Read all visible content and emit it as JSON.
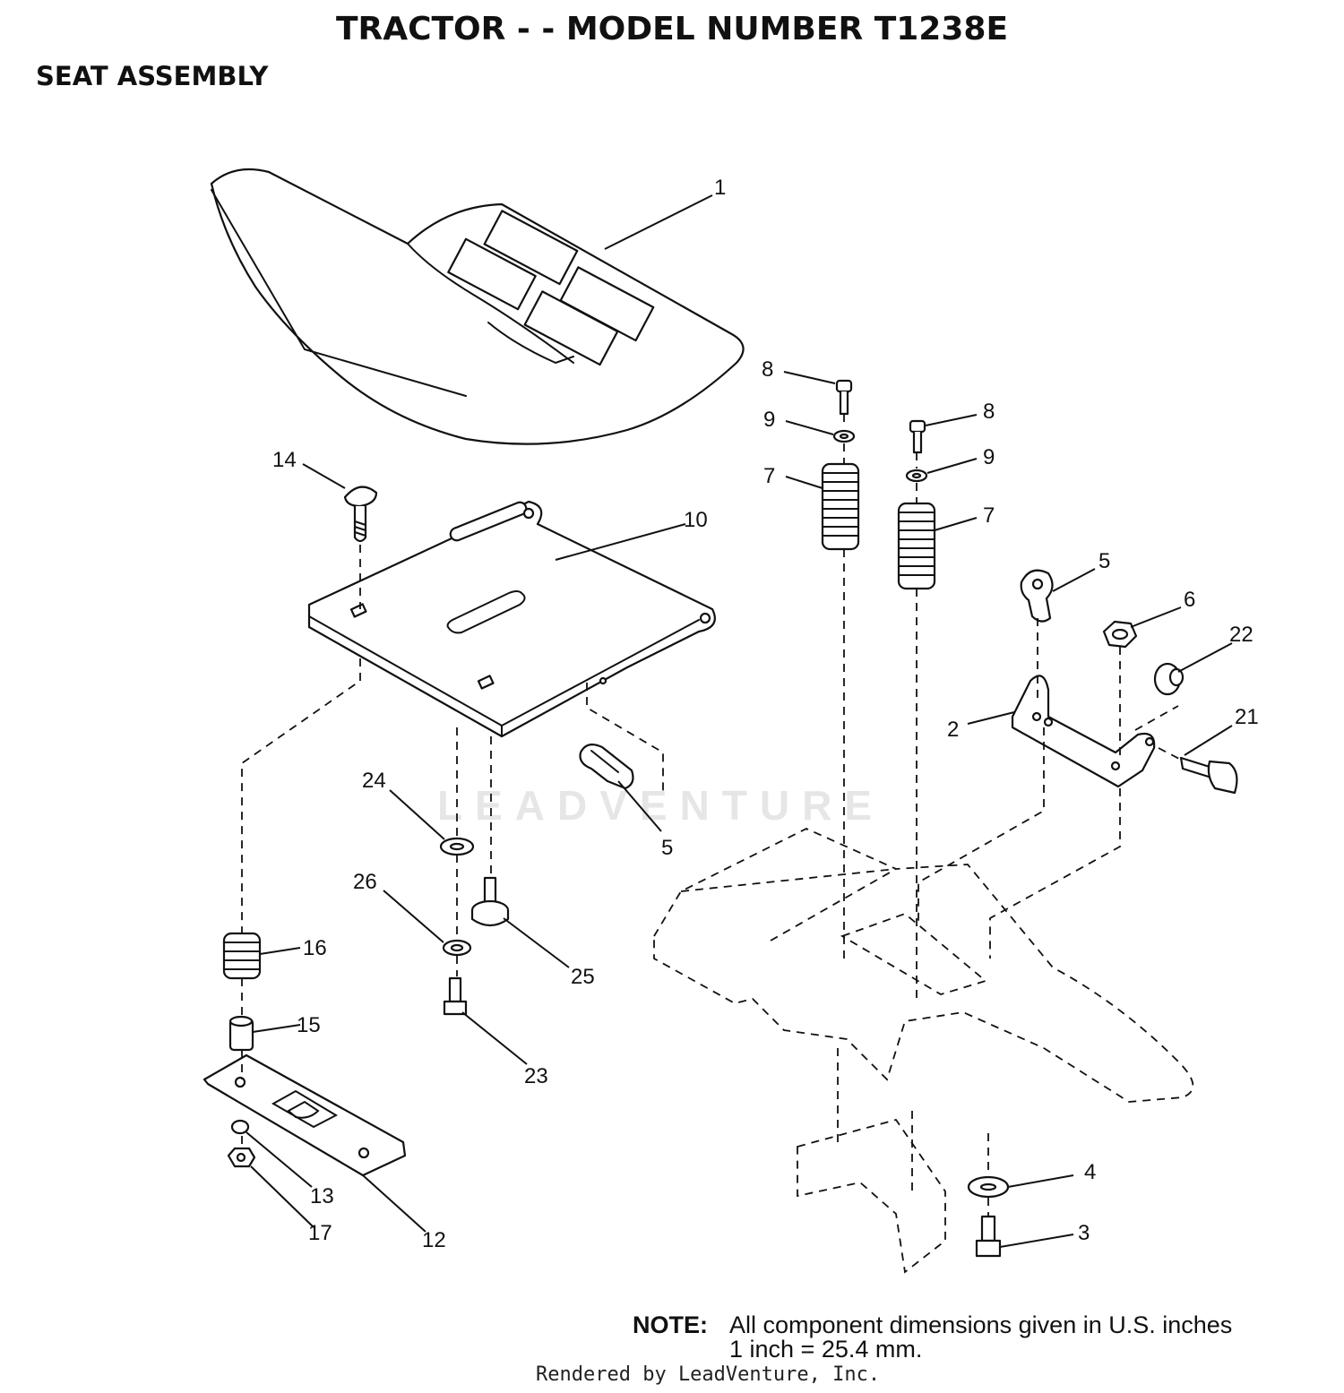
{
  "header": {
    "title": "TRACTOR - - MODEL NUMBER T1238E",
    "subtitle": "SEAT ASSEMBLY"
  },
  "callouts": {
    "c1": "1",
    "c2": "2",
    "c3": "3",
    "c4": "4",
    "c5a": "5",
    "c5b": "5",
    "c6": "6",
    "c7a": "7",
    "c7b": "7",
    "c8a": "8",
    "c8b": "8",
    "c9a": "9",
    "c9b": "9",
    "c10": "10",
    "c12": "12",
    "c13": "13",
    "c14": "14",
    "c15": "15",
    "c16": "16",
    "c17": "17",
    "c21": "21",
    "c22": "22",
    "c23": "23",
    "c24": "24",
    "c25": "25",
    "c26": "26"
  },
  "note": {
    "label": "NOTE:",
    "line1": "All component dimensions given in U.S. inches",
    "line2": "1 inch = 25.4 mm."
  },
  "footer": "Rendered by LeadVenture, Inc.",
  "watermark": "LEADVENTURE"
}
